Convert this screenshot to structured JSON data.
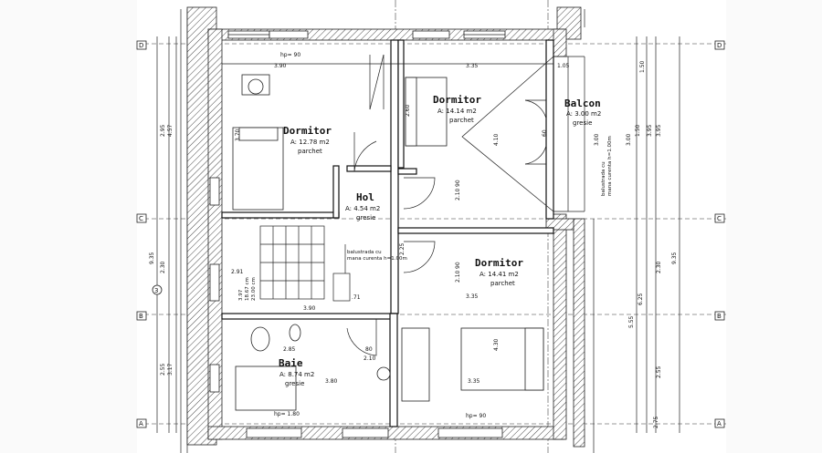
{
  "rooms": {
    "dormitor_left": {
      "name": "Dormitor",
      "area": "A: 12.78 m2",
      "finish": "parchet"
    },
    "dormitor_top": {
      "name": "Dormitor",
      "area": "A: 14.14 m2",
      "finish": "parchet"
    },
    "balcon": {
      "name": "Balcon",
      "area": "A: 3.00 m2",
      "finish": "gresie"
    },
    "hol": {
      "name": "Hol",
      "area": "A: 4.54 m2",
      "finish": "gresie"
    },
    "dormitor_right": {
      "name": "Dormitor",
      "area": "A: 14.41 m2",
      "finish": "parchet"
    },
    "baie": {
      "name": "Baie",
      "area": "A: 8.74 m2",
      "finish": "gresie"
    }
  },
  "notes": {
    "balustrada": "balustrada cu",
    "balustrada2": "mana curenta h=1.00m",
    "balustrada_right": "balustrada cu",
    "balustrada_right2": "mana curenta h=1.00m"
  },
  "axes": {
    "left": [
      "D",
      "C",
      "B",
      "A"
    ],
    "right": [
      "D",
      "C",
      "B",
      "A"
    ],
    "extra_left": "3"
  },
  "dimensions": {
    "top_left": "3.90",
    "top_mid": "3.35",
    "top_right": "1.05",
    "h_mid": "3.35",
    "baie_w": "2.85",
    "baie_w2": "3.80",
    "bot_right": "3.35",
    "v_295": "2.95",
    "v_457": "4.57",
    "v_935": "9.35",
    "v_230": "2.30",
    "v_255": "2.55",
    "v_317": "3.17",
    "v_210": "2.10",
    "v_090": "90",
    "v_410": "4.10",
    "v_260": "2.60",
    "v_370": "3.70",
    "v_225": "2.25",
    "v_430": "4.30",
    "r_300": "3.00",
    "r_395": "3.95",
    "r_150": "1.50",
    "r_060": "60",
    "r_935": "9.35",
    "r_555": "5.55",
    "r_230": "2.30",
    "r_625": "6.25",
    "r_255": "2.55",
    "r_275": "2.75",
    "small_80": "80",
    "small_210": "2.10",
    "small_090": "90",
    "small_071": ".71",
    "stair_a": "3.97",
    "stair_b": "18.67 cm",
    "stair_c": "23.00 cm",
    "stair_d": "3.90",
    "stair_e": "2.91",
    "hbp_1": "hp= 90",
    "hbp_2": "hp= 1.80",
    "hbp_3": "hp= 90"
  }
}
